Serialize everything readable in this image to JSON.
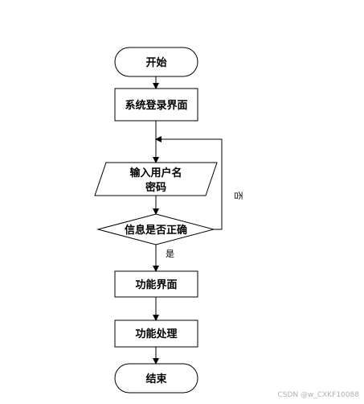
{
  "nodes": {
    "start": "开始",
    "login_page": "系统登录界面",
    "input_line1": "输入用户名",
    "input_line2": "密码",
    "decision": "信息是否正确",
    "function_page": "功能界面",
    "function_process": "功能处理",
    "end": "结束"
  },
  "edges": {
    "yes_label": "是",
    "no_label": "否"
  },
  "watermark": "CSDN @w_CXKF10088"
}
